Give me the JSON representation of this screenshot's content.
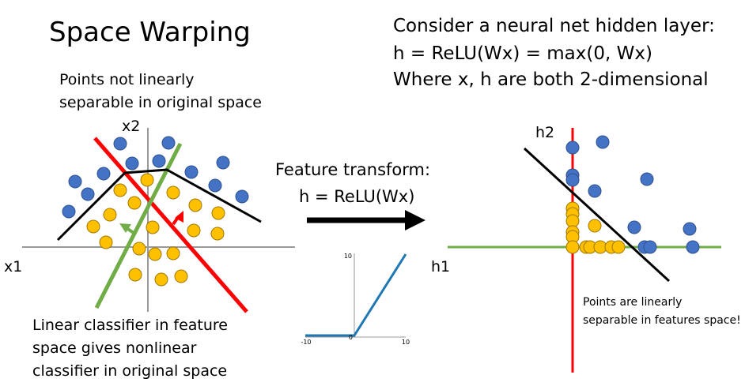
{
  "title": "Space Warping",
  "left": {
    "note_top": [
      "Points not linearly",
      "separable in original space"
    ],
    "axis_x": "x1",
    "axis_y": "x2",
    "note_bottom": [
      "Linear classifier in feature",
      "space gives nonlinear",
      "classifier in original space"
    ]
  },
  "middle": {
    "label": [
      "Feature transform:",
      "h = ReLU(Wx)"
    ],
    "relu_plot": {
      "ticks_y": [
        "10",
        "0"
      ],
      "ticks_x": [
        "-10",
        "10"
      ],
      "series_color": "#1f77b4"
    }
  },
  "right": {
    "header": [
      "Consider a neural net hidden layer:",
      "h = ReLU(Wx) = max(0, Wx)",
      "Where x, h are both 2-dimensional"
    ],
    "axis_x": "h1",
    "axis_y": "h2",
    "note": [
      "Points are linearly",
      "separable in features space!"
    ]
  },
  "colors": {
    "blue_points": "#4472c4",
    "yellow_points": "#ffc000",
    "red_line": "#ff0000",
    "green_line": "#70ad47"
  }
}
